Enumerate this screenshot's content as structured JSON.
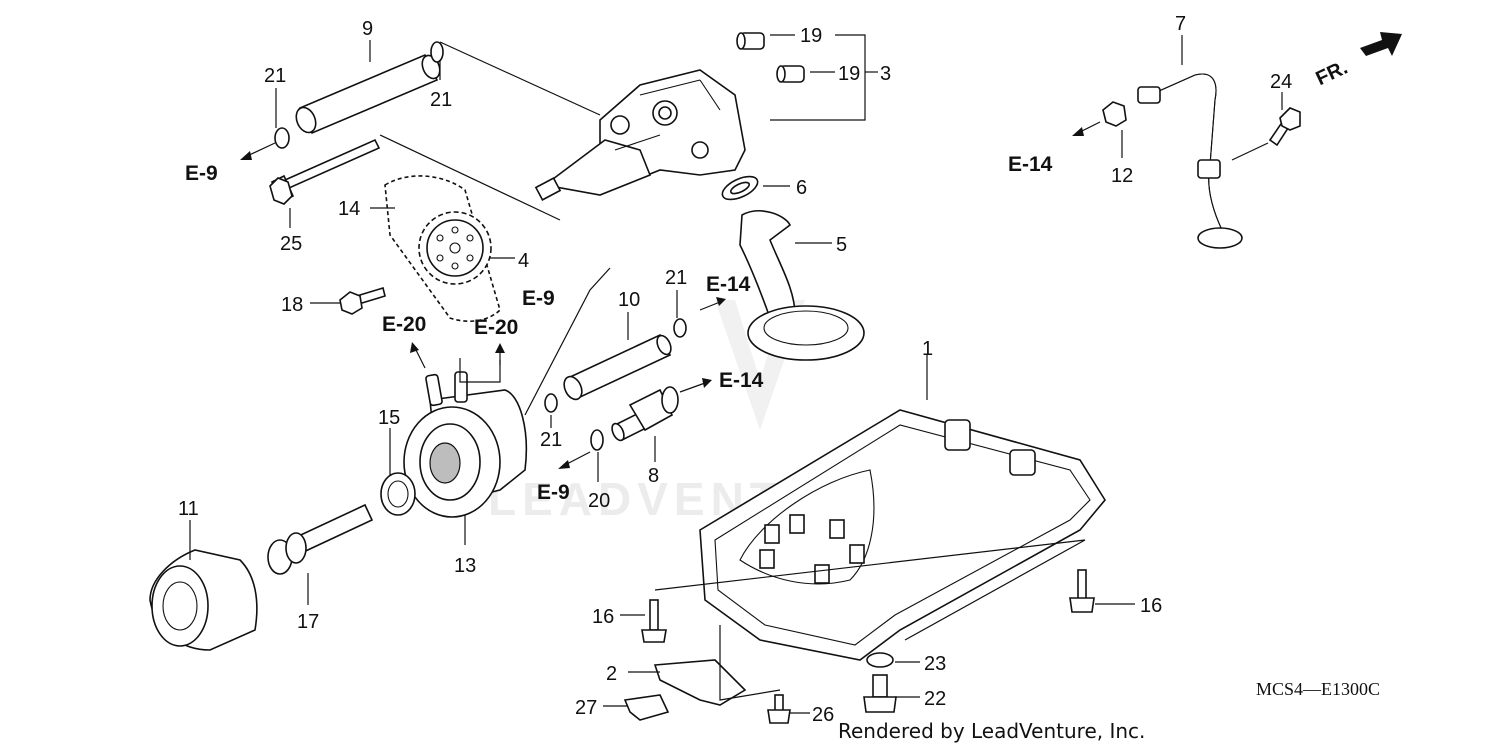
{
  "diagram": {
    "watermark": "LEADVENTURE",
    "direction_marker": "FR.",
    "diagram_code": "MCS4—E1300C",
    "credit": "Rendered by LeadVenture, Inc.",
    "part_numbers": {
      "p1": "1",
      "p2": "2",
      "p3": "3",
      "p4": "4",
      "p5": "5",
      "p6": "6",
      "p7": "7",
      "p8": "8",
      "p9": "9",
      "p10": "10",
      "p11": "11",
      "p12": "12",
      "p13": "13",
      "p14": "14",
      "p15": "15",
      "p16a": "16",
      "p16b": "16",
      "p17": "17",
      "p18": "18",
      "p19a": "19",
      "p19b": "19",
      "p20": "20",
      "p21a": "21",
      "p21b": "21",
      "p21c": "21",
      "p21d": "21",
      "p22": "22",
      "p23": "23",
      "p24": "24",
      "p25": "25",
      "p26": "26",
      "p27": "27"
    },
    "section_refs": {
      "e9_left": "E-9",
      "e9_mid": "E-9",
      "e9_low": "E-9",
      "e14_top": "E-14",
      "e14_mid": "E-14",
      "e14_right": "E-14",
      "e20_a": "E-20",
      "e20_b": "E-20"
    }
  }
}
